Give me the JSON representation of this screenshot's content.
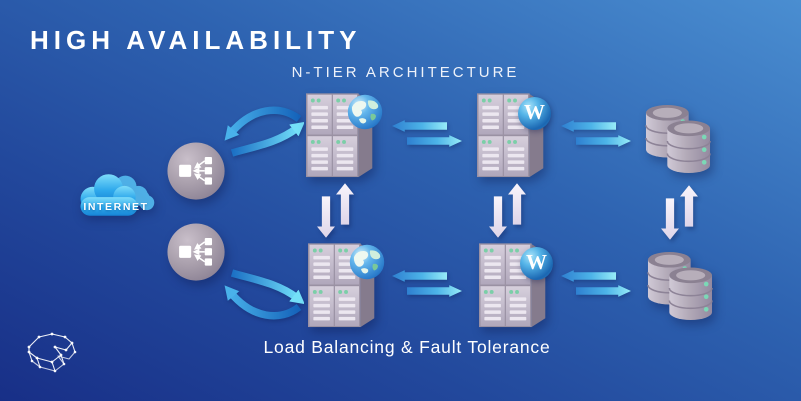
{
  "header": {
    "title": "HIGH AVAILABILITY"
  },
  "diagram": {
    "subtitle": "N-TIER ARCHITECTURE",
    "caption": "Load Balancing & Fault Tolerance",
    "internet_label": "INTERNET",
    "wordpress_initial": "W"
  },
  "colors": {
    "background_dark": "#182f87",
    "background_light": "#4a8ed1",
    "arrow_blue": "#2e7fd0",
    "arrow_cyan": "#97ecf8",
    "vertical_arrow_lavender": "#efe9f5",
    "node_gray": "#a89eab",
    "status_dot_teal": "#7bd8b6",
    "cloud_blue": "#2fa9ec",
    "wordpress_blue": "#1b67b2",
    "text_white": "#ffffff"
  }
}
